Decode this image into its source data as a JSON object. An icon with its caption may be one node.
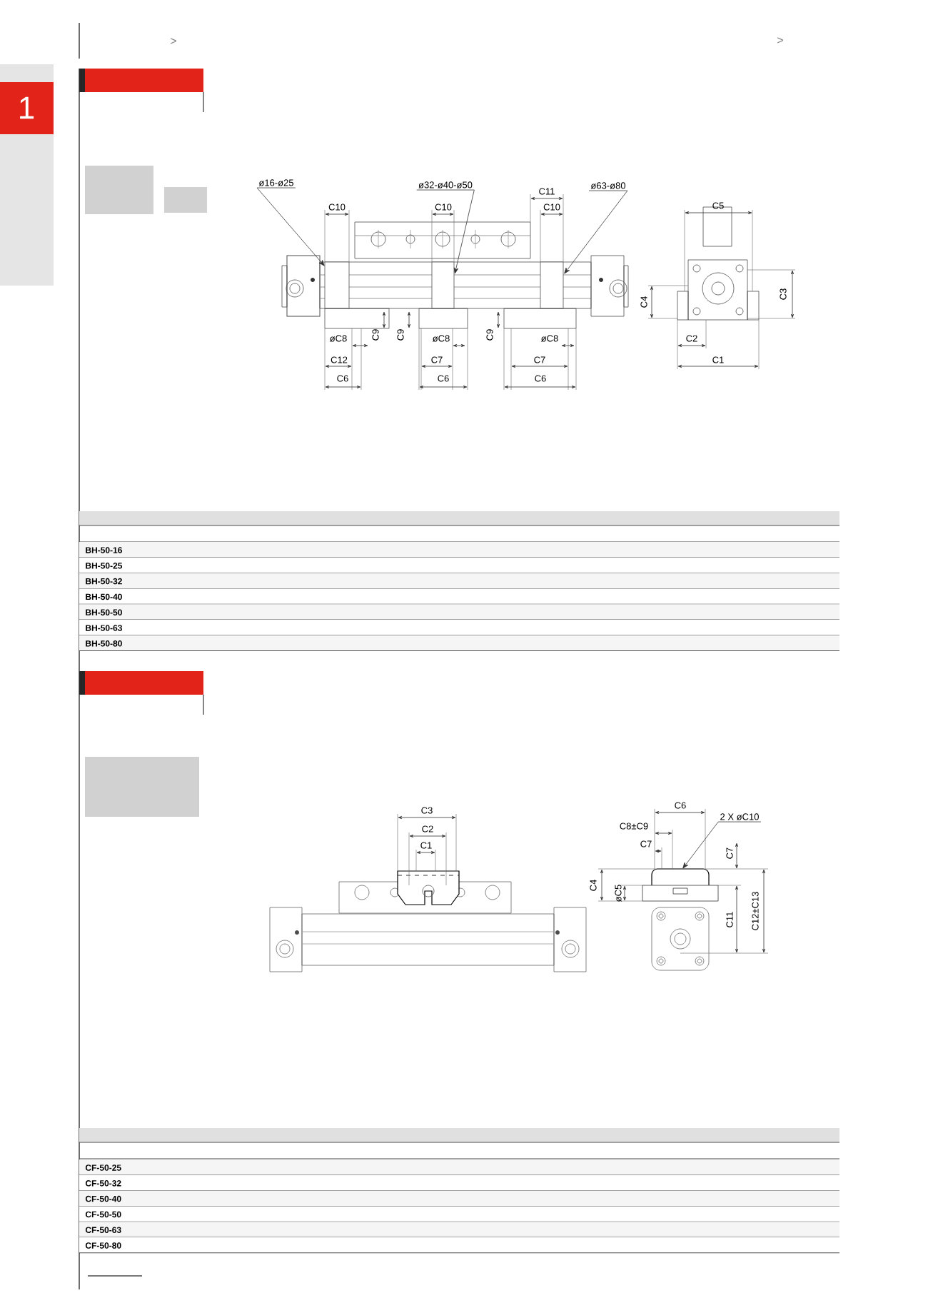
{
  "diagram": {
    "nodes": [
      {
        "text": [
          "ø16-ø25"
        ]
      },
      {
        "text": [
          "ø32-ø40-ø50"
        ]
      },
      {
        "text": [
          "ø63-ø80"
        ]
      },
      {
        "text": [
          "2 X øC10"
        ]
      }
    ],
    "edges": [
      {
        "from": 0,
        "to": null,
        "arrow": "to"
      },
      {
        "from": 1,
        "to": null,
        "arrow": "to"
      },
      {
        "from": 2,
        "to": null,
        "arrow": "to"
      },
      {
        "from": 3,
        "to": null,
        "arrow": "to"
      }
    ],
    "labels": [
      "1",
      ">",
      ">",
      "C10",
      "C10",
      "C11",
      "C10",
      "C5",
      "C4",
      "C3",
      "øC8",
      "C9",
      "C9",
      "øC8",
      "C9",
      "øC8",
      "C2",
      "C12",
      "C7",
      "C7",
      "C1",
      "C6",
      "C6",
      "C6",
      "BH-50-16",
      "BH-50-25",
      "BH-50-32",
      "BH-50-40",
      "BH-50-50",
      "BH-50-63",
      "BH-50-80",
      "C3",
      "C6",
      "C2",
      "C8±C9",
      "C1",
      "C7",
      "C7",
      "C4",
      "øC5",
      "C12±C13",
      "C11",
      "CF-50-25",
      "CF-50-32",
      "CF-50-40",
      "CF-50-50",
      "CF-50-63",
      "CF-50-80"
    ]
  }
}
